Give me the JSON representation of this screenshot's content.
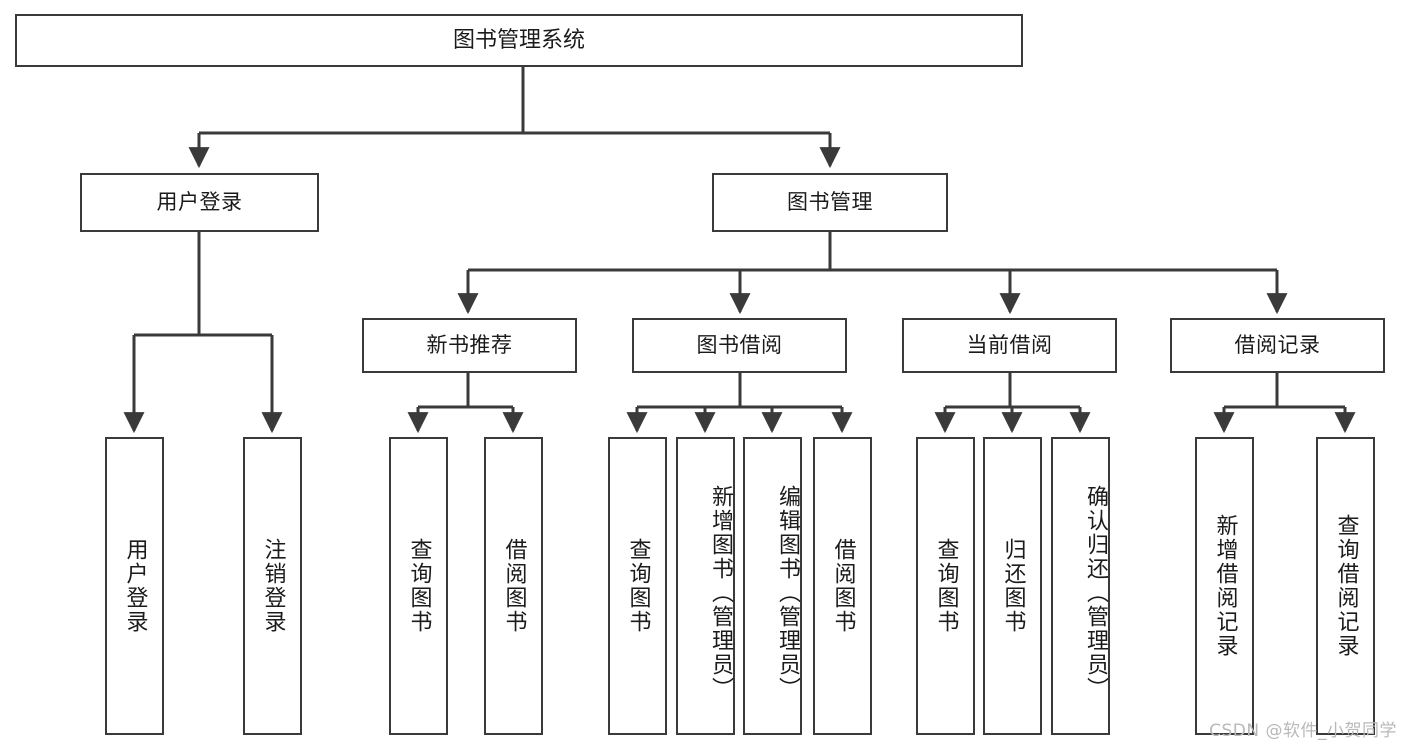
{
  "diagram": {
    "title": "图书管理系统",
    "type": "tree",
    "watermark": "CSDN @软件_小贺同学",
    "colors": {
      "stroke": "#3a3a3a",
      "fill": "#ffffff",
      "text": "#1b1b1b",
      "watermark": "#b9b9b9"
    },
    "root": {
      "label": "图书管理系统"
    },
    "level1": [
      {
        "label": "用户登录"
      },
      {
        "label": "图书管理"
      }
    ],
    "level2": [
      {
        "label": "新书推荐"
      },
      {
        "label": "图书借阅"
      },
      {
        "label": "当前借阅"
      },
      {
        "label": "借阅记录"
      }
    ],
    "leaves": {
      "user_login": [
        {
          "label": "用户登录"
        },
        {
          "label": "注销登录"
        }
      ],
      "new_book_recommend": [
        {
          "label": "查询图书"
        },
        {
          "label": "借阅图书"
        }
      ],
      "book_borrow": [
        {
          "label": "查询图书"
        },
        {
          "label": "新增图书（管理员）"
        },
        {
          "label": "编辑图书（管理员）"
        },
        {
          "label": "借阅图书"
        }
      ],
      "current_borrow": [
        {
          "label": "查询图书"
        },
        {
          "label": "归还图书"
        },
        {
          "label": "确认归还（管理员）"
        }
      ],
      "borrow_record": [
        {
          "label": "新增借阅记录"
        },
        {
          "label": "查询借阅记录"
        }
      ]
    }
  }
}
